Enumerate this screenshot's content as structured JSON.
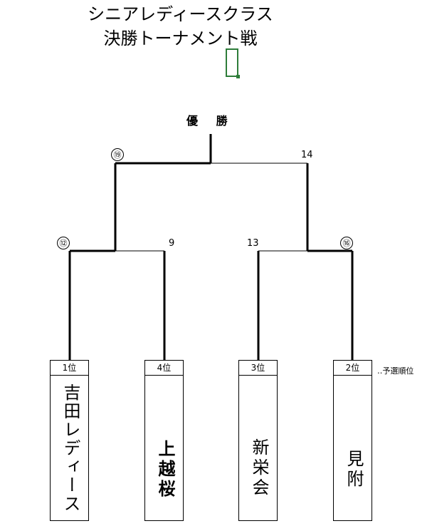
{
  "title": {
    "line1": "シニアレディースクラス",
    "line2": "決勝トーナメント戦"
  },
  "winner_label": "優 勝",
  "matches": {
    "final_left": "⑲",
    "final_right": "14",
    "semi_left_a": "⑫",
    "semi_left_b": "9",
    "semi_right_a": "13",
    "semi_right_b": "⑯"
  },
  "teams": [
    {
      "rank": "1位",
      "name": "吉田レディース"
    },
    {
      "rank": "4位",
      "name": "上越桜"
    },
    {
      "rank": "3位",
      "name": "新栄会"
    },
    {
      "rank": "2位",
      "name": "見附"
    }
  ],
  "note": "‥予選順位"
}
